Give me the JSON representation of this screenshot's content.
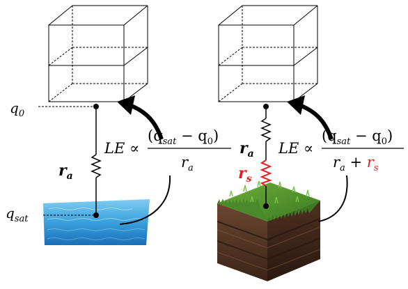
{
  "left_panel": {
    "label_top": "q",
    "label_top_sub": "0",
    "label_bottom": "q",
    "label_bottom_sub": "sat",
    "resistance": "r",
    "resistance_sub": "a",
    "formula": {
      "lhs": "LE ∝",
      "numerator": "(q",
      "numerator_sub1": "sat",
      "numerator_mid": " − q",
      "numerator_sub2": "0",
      "numerator_close": ")",
      "denominator": "r",
      "denominator_sub": "a"
    }
  },
  "right_panel": {
    "resistance_a": "r",
    "resistance_a_sub": "a",
    "resistance_s": "r",
    "resistance_s_sub": "s",
    "formula": {
      "lhs": "LE ∝",
      "numerator": "(q",
      "numerator_sub1": "sat",
      "numerator_mid": " − q",
      "numerator_sub2": "0",
      "numerator_close": ")",
      "denominator_a": "r",
      "denominator_a_sub": "a",
      "denominator_plus": " + ",
      "denominator_s": "r",
      "denominator_s_sub": "s"
    }
  },
  "colors": {
    "surface_resistance": "#e02020",
    "line": "#000000",
    "water": "#3aa0dd",
    "grass": "#4a8a2a",
    "soil": "#5a3a28"
  }
}
